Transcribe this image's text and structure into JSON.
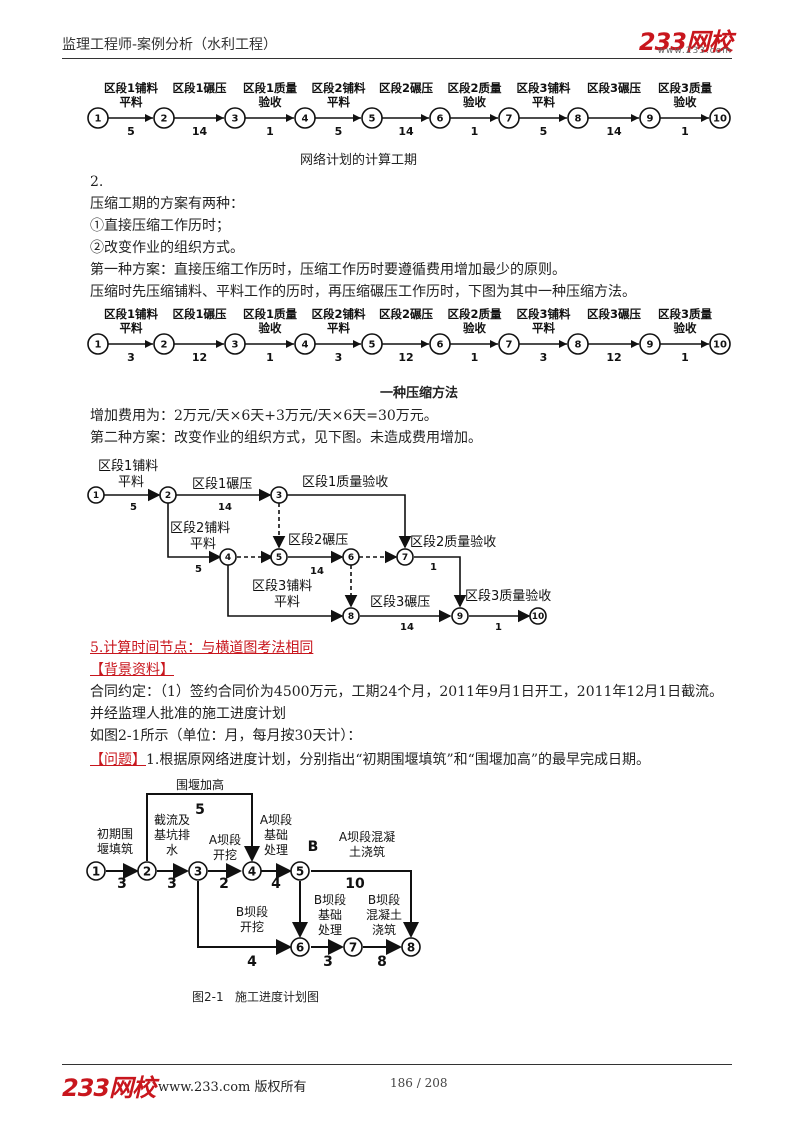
{
  "header": {
    "title": "监理工程师-案例分析（水利工程）",
    "logo": "233网校",
    "logo_url": "www.233.com"
  },
  "footer": {
    "logo": "233网校",
    "site": "www.233.com 版权所有",
    "page": "186 / 208"
  },
  "diagram1": {
    "labels": [
      "区段1铺料\n平料",
      "区段1碾压",
      "区段1质量\n验收",
      "区段2铺料\n平料",
      "区段2碾压",
      "区段2质量\n验收",
      "区段3铺料\n平料",
      "区段3碾压",
      "区段3质量\n验收"
    ],
    "durations": [
      "5",
      "14",
      "1",
      "5",
      "14",
      "1",
      "5",
      "14",
      "1"
    ],
    "nodes": [
      "1",
      "2",
      "3",
      "4",
      "5",
      "6",
      "7",
      "8",
      "9",
      "10"
    ],
    "caption": "网络计划的计算工期"
  },
  "text_block1": {
    "line1": "2.",
    "line2": "压缩工期的方案有两种：",
    "line3": "①直接压缩工作历时；",
    "line4": "②改变作业的组织方式。",
    "line5": "第一种方案：直接压缩工作历时，压缩工作历时要遵循费用增加最少的原则。",
    "line6": "压缩时先压缩铺料、平料工作的历时，再压缩碾压工作历时，下图为其中一种压缩方法。"
  },
  "diagram2": {
    "labels": [
      "区段1铺料\n平料",
      "区段1碾压",
      "区段1质量\n验收",
      "区段2铺料\n平料",
      "区段2碾压",
      "区段2质量\n验收",
      "区段3铺料\n平料",
      "区段3碾压",
      "区段3质量\n验收"
    ],
    "durations": [
      "3",
      "12",
      "1",
      "3",
      "12",
      "1",
      "3",
      "12",
      "1"
    ],
    "nodes": [
      "1",
      "2",
      "3",
      "4",
      "5",
      "6",
      "7",
      "8",
      "9",
      "10"
    ],
    "caption": "一种压缩方法"
  },
  "text_block2": {
    "line1": "增加费用为：2万元/天×6天+3万元/天×6天=30万元。",
    "line2": "第二种方案：改变作业的组织方式，见下图。未造成费用增加。"
  },
  "diagram3": {
    "nodes": [
      "1",
      "2",
      "3",
      "4",
      "5",
      "6",
      "7",
      "8",
      "9",
      "10"
    ],
    "a1": "区段1铺料",
    "a1b": "平料",
    "d12": "5",
    "a2": "区段1碾压",
    "d23": "14",
    "a3": "区段1质量验收",
    "a4": "区段2铺料",
    "a4b": "平料",
    "d24": "5",
    "a5": "区段2碾压",
    "d56": "14",
    "a6": "区段2质量验收",
    "d79": "1",
    "a7": "区段3铺料",
    "a7b": "平料",
    "a8": "区段3碾压",
    "d89": "14",
    "a9": "区段3质量验收",
    "d910": "1"
  },
  "section5": {
    "heading": "5.计算时间节点：与横道图考法相同",
    "bg_label": "【背景资料】",
    "line1": "合同约定：（1）签约合同价为4500万元，工期24个月，2011年9月1日开工，2011年12月1日截流。",
    "line2": "并经监理人批准的施工进度计划",
    "line3": "如图2-1所示（单位：月，每月按30天计）：",
    "q_label": "【问题】",
    "q_text": "1.根据原网络进度计划，分别指出“初期围堰填筑”和“围堰加高”的最早完成日期。"
  },
  "diagram4": {
    "nodes": [
      "1",
      "2",
      "3",
      "4",
      "5",
      "6",
      "7",
      "8"
    ],
    "top_label": "围堰加高",
    "top_dur": "5",
    "w12": "初期围\n堰填筑",
    "d12": "3",
    "w23": "截流及\n基坑排\n水",
    "d23": "3",
    "w34": "A坝段\n开挖",
    "d34": "2",
    "w45": "A坝段\n基础\n处理",
    "d45": "4",
    "w5e": "A坝段混凝\n土浇筑",
    "d5e": "10",
    "w36": "B坝段\n开挖",
    "d36": "4",
    "w67": "B坝段\n基础\n处理",
    "d67": "3",
    "w78": "B坝段\n混凝土\n浇筑",
    "d78": "8",
    "b": "B",
    "caption": "图2-1   施工进度计划图"
  }
}
